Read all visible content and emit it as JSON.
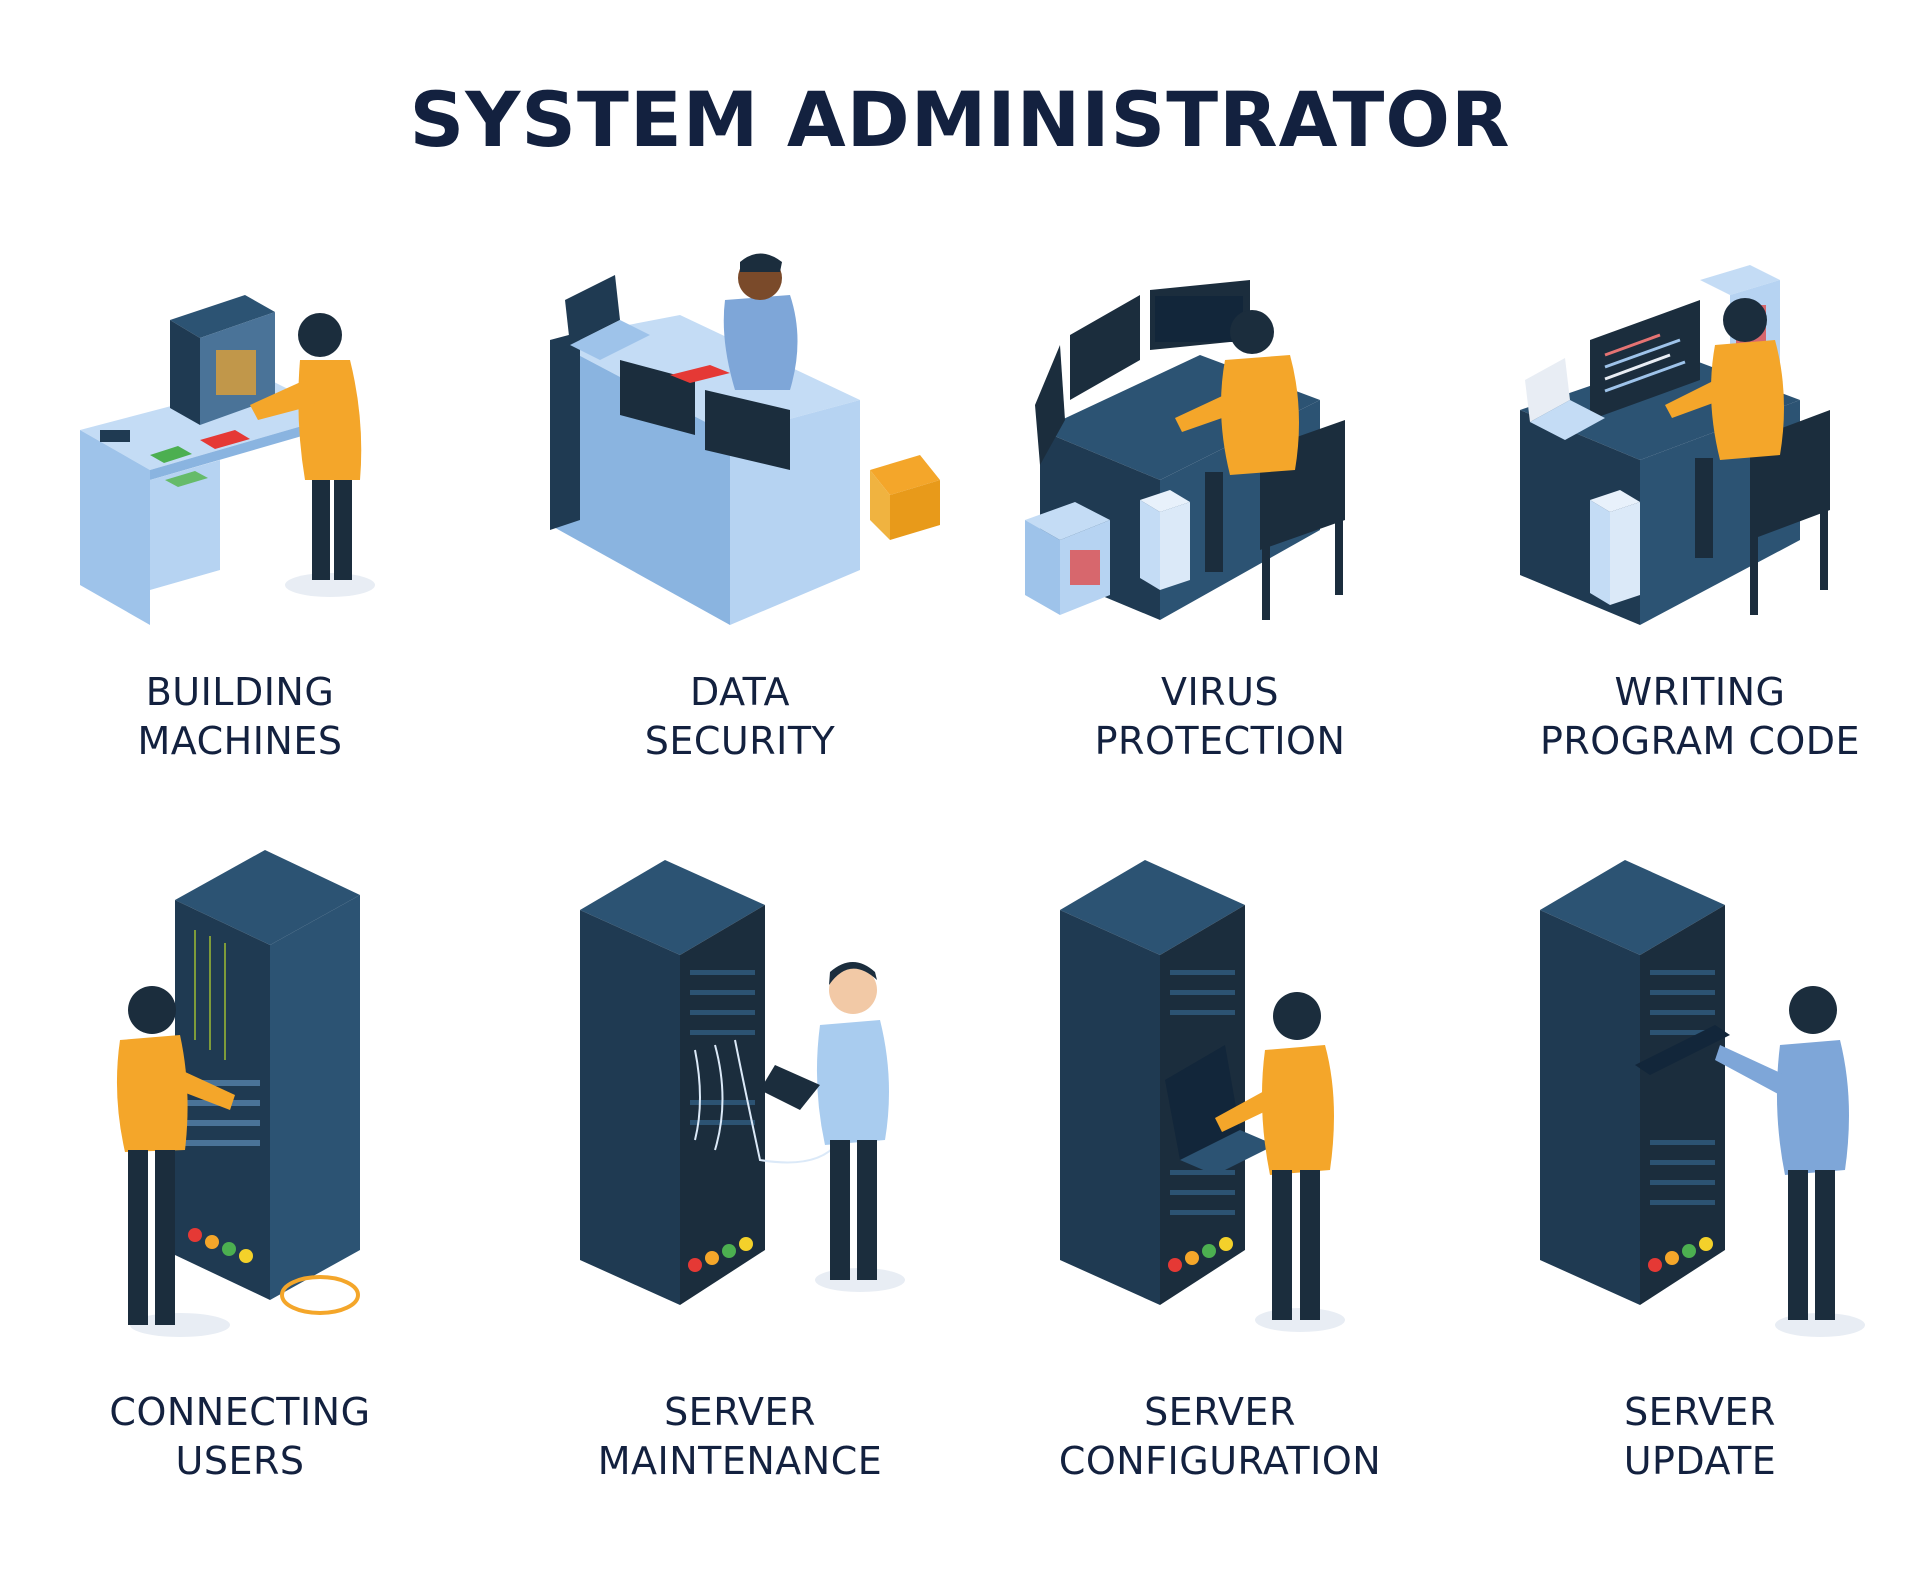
{
  "title": "SYSTEM ADMINISTRATOR",
  "colors": {
    "text": "#13213f",
    "rack": "#1f3a52",
    "rack_side": "#2c5373",
    "desk_light": "#a9ccef",
    "desk_dark": "#1f3a52",
    "shirt_orange": "#f4a62a",
    "shirt_blue": "#7ea6d8",
    "pants": "#1b2d3d"
  },
  "items": [
    {
      "line1": "BUILDING",
      "line2": "MACHINES",
      "icon": "building-machines-illustration"
    },
    {
      "line1": "DATA",
      "line2": "SECURITY",
      "icon": "data-security-illustration"
    },
    {
      "line1": "VIRUS",
      "line2": "PROTECTION",
      "icon": "virus-protection-illustration"
    },
    {
      "line1": "WRITING",
      "line2": "PROGRAM CODE",
      "icon": "writing-program-code-illustration"
    },
    {
      "line1": "CONNECTING",
      "line2": "USERS",
      "icon": "connecting-users-illustration"
    },
    {
      "line1": "SERVER",
      "line2": "MAINTENANCE",
      "icon": "server-maintenance-illustration"
    },
    {
      "line1": "SERVER",
      "line2": "CONFIGURATION",
      "icon": "server-configuration-illustration"
    },
    {
      "line1": "SERVER",
      "line2": "UPDATE",
      "icon": "server-update-illustration"
    }
  ]
}
